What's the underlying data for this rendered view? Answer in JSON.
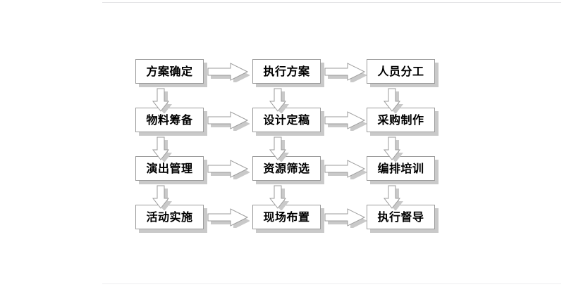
{
  "diagram": {
    "title": "activity-execution-flowchart",
    "columns": 3,
    "rows": 4,
    "colors": {
      "box_fill": "#ffffff",
      "box_border": "#9b9b9b",
      "shadow": "#c9c9c9",
      "text": "#000000",
      "page_rule": "#e6e6e8"
    },
    "nodes": [
      {
        "id": "r1c1",
        "label": "方案确定",
        "row": 1,
        "col": 1
      },
      {
        "id": "r1c2",
        "label": "执行方案",
        "row": 1,
        "col": 2
      },
      {
        "id": "r1c3",
        "label": "人员分工",
        "row": 1,
        "col": 3
      },
      {
        "id": "r2c1",
        "label": "物料筹备",
        "row": 2,
        "col": 1
      },
      {
        "id": "r2c2",
        "label": "设计定稿",
        "row": 2,
        "col": 2
      },
      {
        "id": "r2c3",
        "label": "采购制作",
        "row": 2,
        "col": 3
      },
      {
        "id": "r3c1",
        "label": "演出管理",
        "row": 3,
        "col": 1
      },
      {
        "id": "r3c2",
        "label": "资源筛选",
        "row": 3,
        "col": 2
      },
      {
        "id": "r3c3",
        "label": "编排培训",
        "row": 3,
        "col": 3
      },
      {
        "id": "r4c1",
        "label": "活动实施",
        "row": 4,
        "col": 1
      },
      {
        "id": "r4c2",
        "label": "现场布置",
        "row": 4,
        "col": 2
      },
      {
        "id": "r4c3",
        "label": "执行督导",
        "row": 4,
        "col": 3
      }
    ],
    "connectors": {
      "horizontal": [
        {
          "from": "r1c1",
          "to": "r1c2"
        },
        {
          "from": "r1c2",
          "to": "r1c3"
        },
        {
          "from": "r2c1",
          "to": "r2c2"
        },
        {
          "from": "r2c2",
          "to": "r2c3"
        },
        {
          "from": "r3c1",
          "to": "r3c2"
        },
        {
          "from": "r3c2",
          "to": "r3c3"
        },
        {
          "from": "r4c1",
          "to": "r4c2"
        },
        {
          "from": "r4c2",
          "to": "r4c3"
        }
      ],
      "vertical": [
        {
          "from": "r1c1",
          "to": "r2c1"
        },
        {
          "from": "r1c2",
          "to": "r2c2"
        },
        {
          "from": "r1c3",
          "to": "r2c3"
        },
        {
          "from": "r2c1",
          "to": "r3c1"
        },
        {
          "from": "r2c2",
          "to": "r3c2"
        },
        {
          "from": "r2c3",
          "to": "r3c3"
        },
        {
          "from": "r3c1",
          "to": "r4c1"
        },
        {
          "from": "r3c2",
          "to": "r4c2"
        },
        {
          "from": "r3c3",
          "to": "r4c3"
        }
      ]
    }
  }
}
